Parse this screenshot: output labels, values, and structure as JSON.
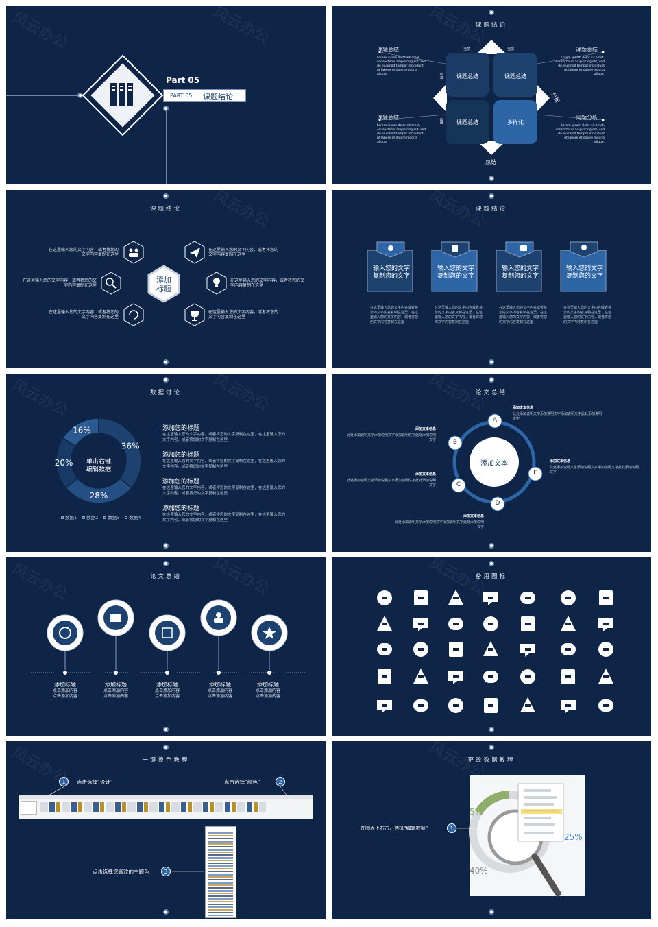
{
  "watermark": "风云办公",
  "slide1": {
    "part": "Part  05",
    "sub_part": "PART 05",
    "sub_title": "课题结论"
  },
  "slide2": {
    "title": "课题结论",
    "blocks": [
      {
        "head": "课题总结",
        "body": "Lorem ipsum dolor sit amet, consectetur adipisicing elit, sed do eiusmod tempor incididunt ut labore et dolore magna aliqua."
      },
      {
        "head": "课题总结",
        "body": "Lorem ipsum dolor sit amet, consectetur adipisicing elit, sed do eiusmod tempor incididunt ut labore et dolore magna aliqua."
      },
      {
        "head": "课题总结",
        "body": "Lorem ipsum dolor sit amet, consectetur adipisicing elit, sed do eiusmod tempor incididunt ut labore et dolore magna aliqua."
      },
      {
        "head": "问题分析",
        "body": "Lorem ipsum dolor sit amet, consectetur adipisicing elit, sed do eiusmod tempor incididunt ut labore et dolore magna aliqua."
      }
    ],
    "quads": [
      "课题总结",
      "课题总结",
      "课题总结",
      "多样化"
    ],
    "arrows": {
      "top_left": "当前",
      "top_right": "当前",
      "right": "分析",
      "bottom": "总结",
      "left_top": "当前",
      "left_bottom": "当前"
    }
  },
  "slide3": {
    "title": "课题结论",
    "center": "添加\n标题",
    "items": [
      "在这里输入您的文字内容，或者将您的文字内容复制在这里",
      "在这里输入您的文字内容，或者将您的文字内容复制在这里",
      "在这里输入您的文字内容，或者将您的文字内容复制在这里",
      "在这里输入您的文字内容，或者将您的文字内容复制在这里",
      "在这里输入您的文字内容，或者将您的文字内容复制在这里",
      "在这里输入您的文字内容，或者将您的文字内容复制在这里"
    ]
  },
  "slide4": {
    "title": "课题结论",
    "cards": [
      {
        "label": "输入您的文字\n复制您的文字",
        "body": "在这里输入您的文字内容或者将您的文字内容复制在这里，在这里输入您的文字内容，或者将您的文字内容复制在这里"
      },
      {
        "label": "输入您的文字\n复制您的文字",
        "body": "在这里输入您的文字内容或者将您的文字内容复制在这里，在这里输入您的文字内容，或者将您的文字内容复制在这里"
      },
      {
        "label": "输入您的文字\n复制您的文字",
        "body": "在这里输入您的文字内容或者将您的文字内容复制在这里，在这里输入您的文字内容，或者将您的文字内容复制在这里"
      },
      {
        "label": "输入您的文字\n复制您的文字",
        "body": "在这里输入您的文字内容或者将您的文字内容复制在这里，在这里输入您的文字内容，或者将您的文字内容复制在这里"
      }
    ]
  },
  "slide5": {
    "title": "数据讨论",
    "center": "单击右键\n编辑数据",
    "items": [
      {
        "head": "添加您的标题",
        "body": "在这里输入您的文字内容，或者将您的文字复制在这里，在这里输入您的文字内容，或者将您的文字复制在这里"
      },
      {
        "head": "添加您的标题",
        "body": "在这里输入您的文字内容，或者将您的文字复制在这里，在这里输入您的文字内容，或者将您的文字复制在这里"
      },
      {
        "head": "添加您的标题",
        "body": "在这里输入您的文字内容，或者将您的文字复制在这里，在这里输入您的文字内容，或者将您的文字复制在这里"
      },
      {
        "head": "添加您的标题",
        "body": "在这里输入您的文字内容，或者将您的文字复制在这里，在这里输入您的文字内容，或者将您的文字复制在这里"
      }
    ],
    "chart_data": {
      "type": "pie",
      "categories": [
        "数据1",
        "数据2",
        "数据3",
        "数据4"
      ],
      "values": [
        16,
        36,
        28,
        20
      ],
      "labels": [
        "16%",
        "36%",
        "28%",
        "20%"
      ],
      "legend": "bottom",
      "colors": [
        "#2b5a93",
        "#1d4270",
        "#244f82",
        "#183a66"
      ]
    }
  },
  "slide6": {
    "title": "论文总结",
    "center": "添加文本",
    "letters": [
      "A",
      "B",
      "C",
      "D",
      "E"
    ],
    "info_head": "添加文本信息",
    "info_body": "此处添加说明文字添加说明文字添加说明文字此处添加说明文字"
  },
  "slide7": {
    "title": "论文总结",
    "items": [
      {
        "head": "添加标题",
        "body": "点击添加内容\n点击添加内容"
      },
      {
        "head": "添加标题",
        "body": "点击添加内容\n点击添加内容"
      },
      {
        "head": "添加标题",
        "body": "点击添加内容\n点击添加内容"
      },
      {
        "head": "添加标题",
        "body": "点击添加内容\n点击添加内容"
      },
      {
        "head": "添加标题",
        "body": "点击添加内容\n点击添加内容"
      }
    ]
  },
  "slide8": {
    "title": "备用图标",
    "icons": [
      "heart-plus",
      "computer-user",
      "clipboard",
      "microscope",
      "books-apple",
      "clock",
      "binders",
      "certificate-board",
      "team-presenting",
      "reading-student",
      "folders",
      "idea-head",
      "tools",
      "microphone",
      "coins",
      "thumbs-up",
      "document-pen",
      "shield",
      "presentation",
      "pie",
      "magnify-chart",
      "arrows-in",
      "coffee",
      "music",
      "magnifier",
      "info",
      "monitor",
      "recycle",
      "chat",
      "mail",
      "bulb",
      "lock",
      "group",
      "calendar-clock",
      "key"
    ]
  },
  "slide9": {
    "title": "一键换色教程",
    "step1": "点击选择“设计”",
    "step2": "点击选择“颜色”",
    "step3": "点击选择您喜欢的主题色",
    "n1": "1",
    "n2": "2",
    "n3": "3"
  },
  "slide10": {
    "title": "更改数据教程",
    "step1": "在图表上右击，选择“编辑数据”",
    "n1": "1",
    "p1": "25%",
    "p2": "40%",
    "p3": "5%"
  }
}
